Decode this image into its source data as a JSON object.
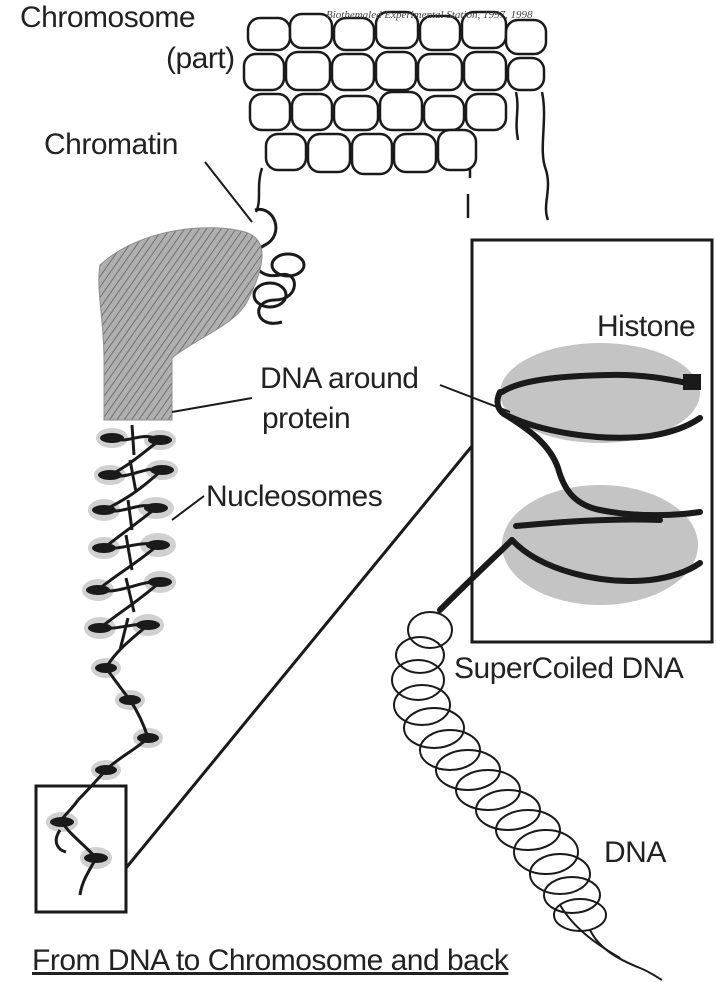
{
  "credit": "Biothemaled Experimental Station, 1997, 1998",
  "labels": {
    "chromosome_line1": "Chromosome",
    "chromosome_line2": "(part)",
    "chromatin": "Chromatin",
    "dna_around_line1": "DNA around",
    "dna_around_line2": "protein",
    "nucleosomes": "Nucleosomes",
    "histone": "Histone",
    "supercoiled": "SuperCoiled DNA",
    "dna": "DNA"
  },
  "caption": "From DNA to Chromosome and back",
  "colors": {
    "ink": "#1a1a1a",
    "histone_fill": "#c4c4c4",
    "chromatin_gray": "#8f8f8f",
    "nucleosome_halo": "#d0d0d0"
  }
}
